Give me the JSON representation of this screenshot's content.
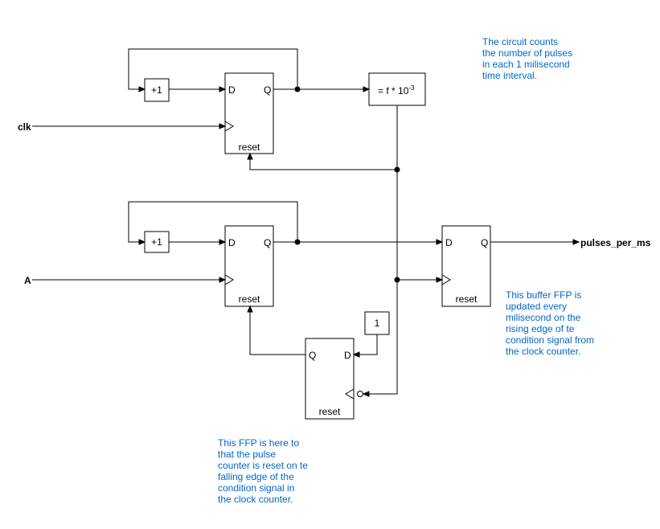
{
  "signals": {
    "clk": "clk",
    "a": "A",
    "output": "pulses_per_ms"
  },
  "blocks": {
    "inc_top": "+1",
    "inc_bottom": "+1",
    "scale": "= f * 10",
    "scale_exp": "-3",
    "const_one": "1"
  },
  "ports": {
    "d": "D",
    "q": "Q",
    "reset": "reset"
  },
  "notes": {
    "top_right": [
      "The circuit counts",
      "the number of pulses",
      "in each 1 milisecond",
      "time interval."
    ],
    "buffer": [
      "This buffer FFP is",
      "updated every",
      "milisecond on the",
      "rising edge of te",
      "condition signal from",
      "the clock counter."
    ],
    "bottom": [
      "This FFP is here to",
      "that the pulse",
      "counter is reset on te",
      "falling edge of the",
      "condition signal in",
      "the clock counter."
    ]
  },
  "colors": {
    "note": "#0066cc",
    "line": "#000000"
  }
}
